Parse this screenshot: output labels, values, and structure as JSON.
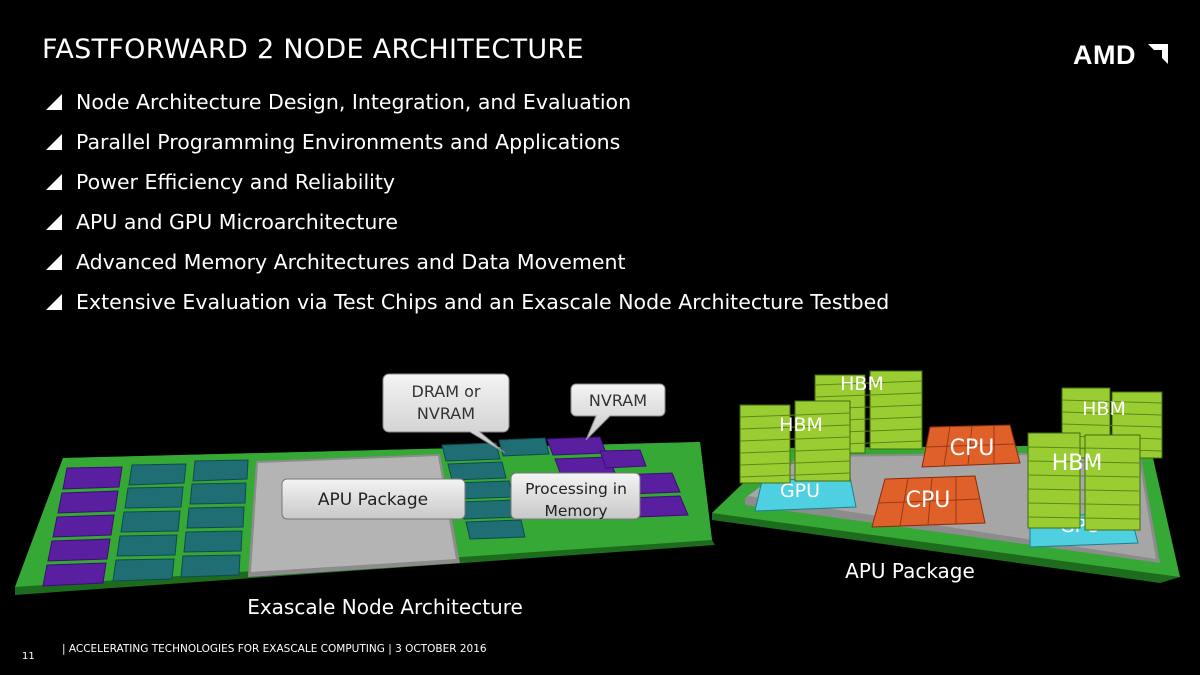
{
  "slide": {
    "title": "FASTFORWARD 2 NODE ARCHITECTURE",
    "logo_text": "AMD",
    "bullets": [
      "Node Architecture Design, Integration, and Evaluation",
      "Parallel Programming Environments and Applications",
      "Power Efficiency and Reliability",
      "APU and GPU Microarchitecture",
      "Advanced Memory Architectures and Data Movement",
      "Extensive Evaluation via Test Chips and an Exascale Node Architecture Testbed"
    ],
    "footer": "| ACCELERATING TECHNOLOGIES FOR EXASCALE COMPUTING | 3 OCTOBER 2016",
    "page_number": "11"
  },
  "node_diagram": {
    "caption": "Exascale Node Architecture",
    "apu_package_label": "APU Package",
    "callout_dram_line1": "DRAM or",
    "callout_dram_line2": "NVRAM",
    "callout_nvram": "NVRAM",
    "pim_line1": "Processing in",
    "pim_line2": "Memory"
  },
  "apu_diagram": {
    "caption": "APU Package",
    "hbm_label": "HBM",
    "cpu_label": "CPU",
    "gpu_label": "GPU"
  },
  "colors": {
    "board_green": "#2ea02e",
    "memory_teal": "#1f6e73",
    "nvram_purple": "#5a1fa0",
    "apu_gray": "#a8a8a8",
    "hbm_green": "#9acd32",
    "cpu_orange": "#e0602a",
    "gpu_cyan": "#4fd0e0"
  }
}
